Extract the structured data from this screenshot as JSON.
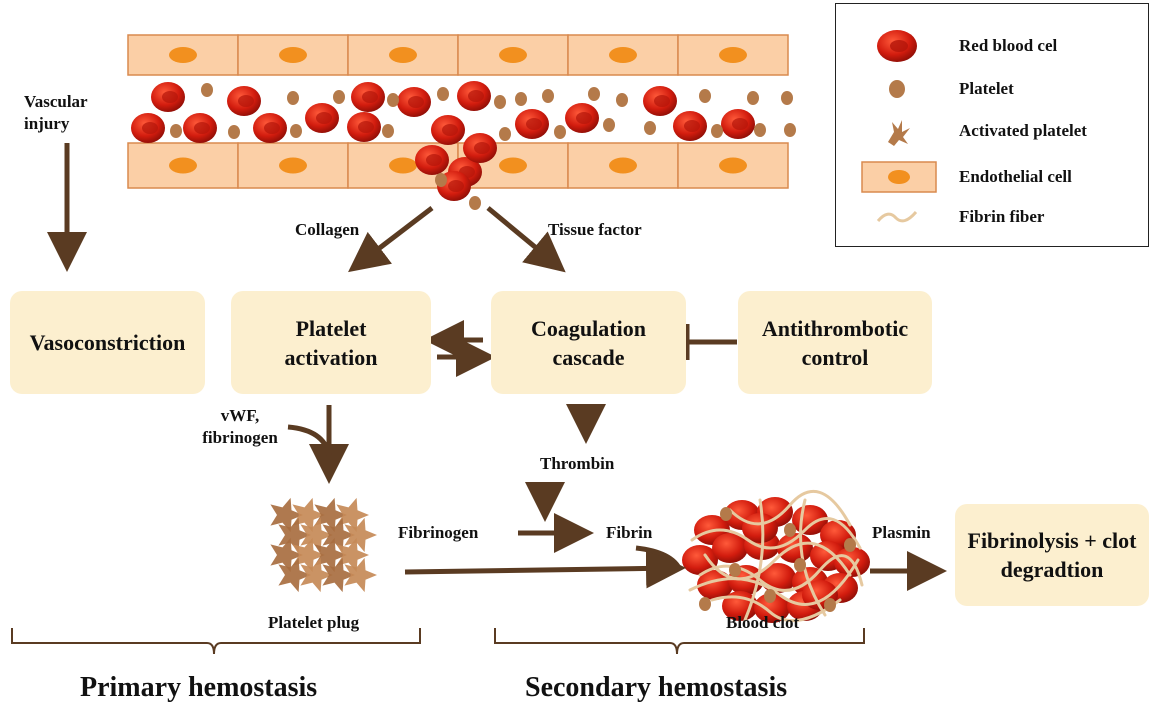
{
  "legend": {
    "items": [
      {
        "label": "Red blood cel",
        "icon": "red-blood-cell-icon"
      },
      {
        "label": "Platelet",
        "icon": "platelet-icon"
      },
      {
        "label": "Activated platelet",
        "icon": "activated-platelet-icon"
      },
      {
        "label": "Endothelial cell",
        "icon": "endothelial-cell-icon"
      },
      {
        "label": "Fibrin fiber",
        "icon": "fibrin-fiber-icon"
      }
    ]
  },
  "labels": {
    "vascular_injury": "Vascular injury",
    "collagen": "Collagen",
    "tissue_factor": "Tissue factor",
    "vwf": "vWF, fibrinogen",
    "thrombin": "Thrombin",
    "fibrinogen": "Fibrinogen",
    "fibrin": "Fibrin",
    "plasmin": "Plasmin",
    "platelet_plug": "Platelet plug",
    "blood_clot": "Blood clot"
  },
  "boxes": {
    "vasoconstriction": "Vasoconstriction",
    "platelet_activation": "Platelet activation",
    "coagulation_cascade": "Coagulation cascade",
    "antithrombotic_control": "Antithrombotic control",
    "fibrinolysis": "Fibrinolysis + clot degradtion"
  },
  "sections": {
    "primary": "Primary hemostasis",
    "secondary": "Secondary hemostasis"
  },
  "colors": {
    "arrow": "#5a3b22",
    "box_fill": "#fcefcf",
    "endothelial_fill": "#fbcfa6",
    "endothelial_stroke": "#d98a4f",
    "nucleus": "#f2901f",
    "rbc": "#d21c0e",
    "platelet": "#b47a4a",
    "fibrin": "#e6c9a0"
  }
}
